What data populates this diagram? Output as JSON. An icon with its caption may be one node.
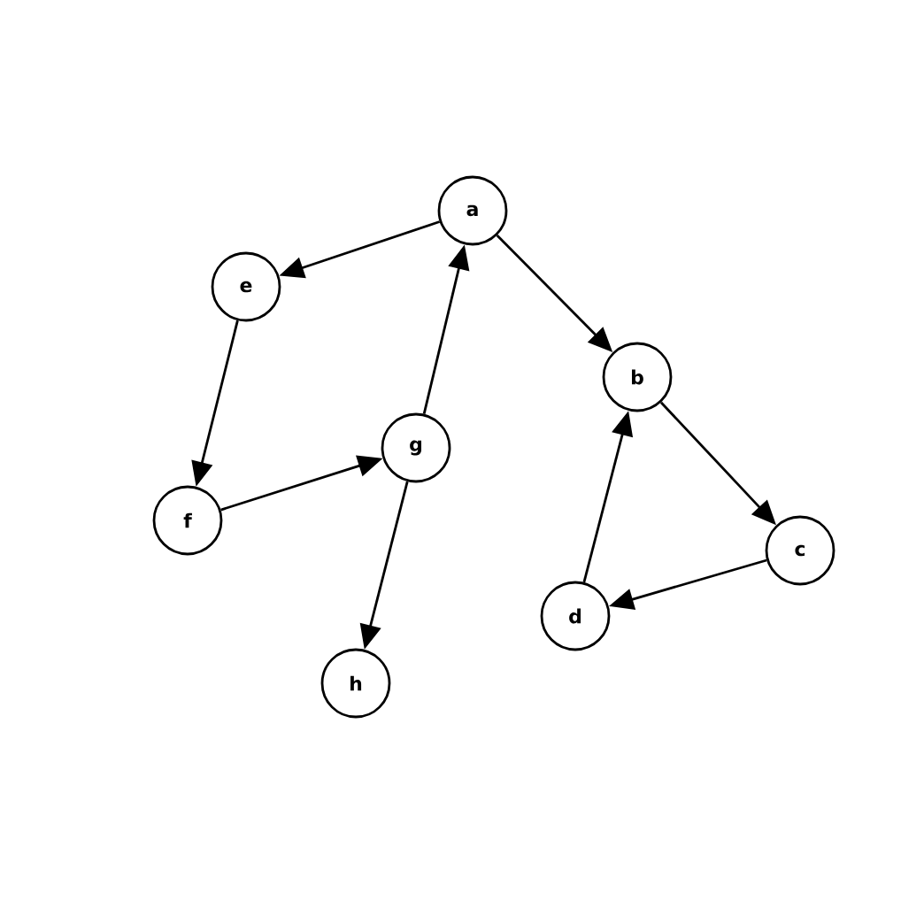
{
  "diagram": {
    "nodes": [
      {
        "text": [
          "a"
        ]
      },
      {
        "text": [
          "e"
        ]
      },
      {
        "text": [
          "b"
        ]
      },
      {
        "text": [
          "g"
        ]
      },
      {
        "text": [
          "f"
        ]
      },
      {
        "text": [
          "c"
        ]
      },
      {
        "text": [
          "d"
        ]
      },
      {
        "text": [
          "h"
        ]
      }
    ],
    "edges": [
      {
        "from": 0,
        "to": 1,
        "arrow": "to"
      },
      {
        "from": 0,
        "to": 2,
        "arrow": "to"
      },
      {
        "from": 1,
        "to": 4,
        "arrow": "to"
      },
      {
        "from": 4,
        "to": 3,
        "arrow": "to"
      },
      {
        "from": 3,
        "to": 0,
        "arrow": "to"
      },
      {
        "from": 3,
        "to": 7,
        "arrow": "to"
      },
      {
        "from": 2,
        "to": 5,
        "arrow": "to"
      },
      {
        "from": 5,
        "to": 6,
        "arrow": "to"
      },
      {
        "from": 6,
        "to": 2,
        "arrow": "to"
      }
    ]
  }
}
